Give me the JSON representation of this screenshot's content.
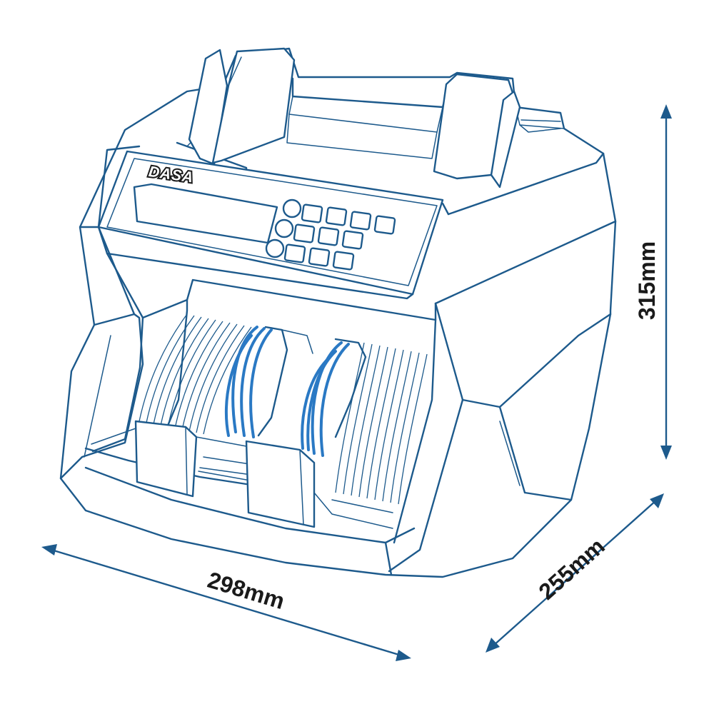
{
  "product": {
    "brand_logo": "DASA",
    "colors": {
      "outline": "#1d5a8c",
      "flexible_guides": "#2a79c4",
      "text": "#1a1a1a"
    }
  },
  "dimensions": {
    "width": "298mm",
    "depth": "255mm",
    "height": "315mm"
  }
}
